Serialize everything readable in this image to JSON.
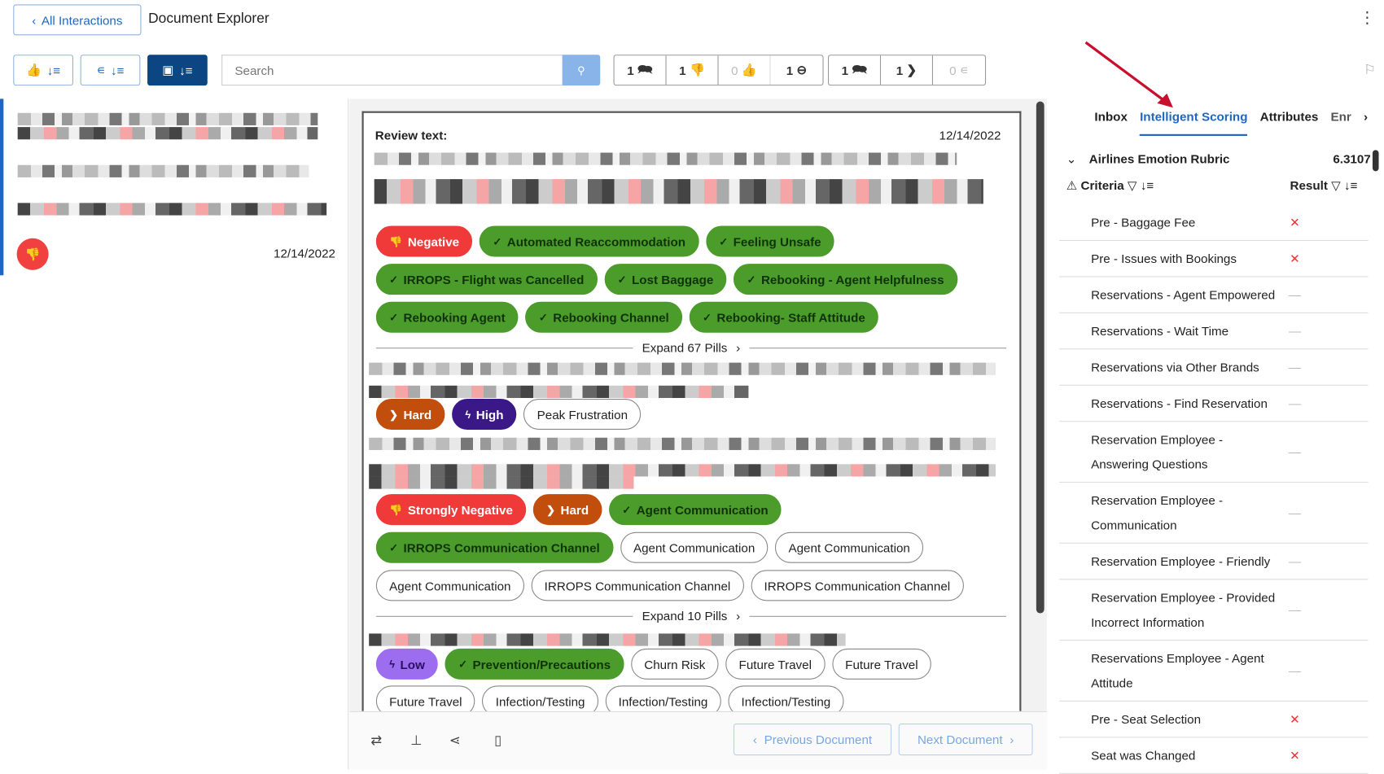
{
  "header": {
    "back_label": "All Interactions",
    "title": "Document Explorer"
  },
  "toolbar": {
    "search_placeholder": "Search",
    "counts_group1": [
      {
        "count": "1",
        "icon": "conversation-icon"
      },
      {
        "count": "1",
        "icon": "thumbs-down-icon"
      },
      {
        "count": "0",
        "icon": "thumbs-up-icon"
      },
      {
        "count": "1",
        "icon": "minus-circle-icon"
      }
    ],
    "counts_group2": [
      {
        "count": "1",
        "icon": "conversation-icon"
      },
      {
        "count": "1",
        "icon": "hard-effort-icon"
      },
      {
        "count": "0",
        "icon": "easy-effort-icon"
      }
    ]
  },
  "list": {
    "items": [
      {
        "date": "12/14/2022",
        "sentiment": "negative"
      }
    ]
  },
  "document": {
    "label": "Review text:",
    "date": "12/14/2022",
    "pills_a": [
      [
        {
          "t": "Negative",
          "k": "red",
          "i": "👎"
        },
        {
          "t": "Automated Reaccommodation",
          "k": "green",
          "i": "✓"
        },
        {
          "t": "Feeling Unsafe",
          "k": "green",
          "i": "✓"
        }
      ],
      [
        {
          "t": "IRROPS - Flight was Cancelled",
          "k": "green",
          "i": "✓"
        },
        {
          "t": "Lost Baggage",
          "k": "green",
          "i": "✓"
        },
        {
          "t": "Rebooking - Agent Helpfulness",
          "k": "green",
          "i": "✓"
        }
      ],
      [
        {
          "t": "Rebooking Agent",
          "k": "green",
          "i": "✓"
        },
        {
          "t": "Rebooking Channel",
          "k": "green",
          "i": "✓"
        },
        {
          "t": "Rebooking- Staff Attitude",
          "k": "green",
          "i": "✓"
        }
      ]
    ],
    "expand1": "Expand 67 Pills",
    "pills_b": [
      [
        {
          "t": "Hard",
          "k": "orange",
          "i": "❯"
        },
        {
          "t": "High",
          "k": "purple",
          "i": "ϟ"
        },
        {
          "t": "Peak Frustration",
          "k": "",
          "i": ""
        }
      ]
    ],
    "pills_c": [
      [
        {
          "t": "Strongly Negative",
          "k": "red",
          "i": "👎"
        },
        {
          "t": "Hard",
          "k": "orange",
          "i": "❯"
        },
        {
          "t": "Agent Communication",
          "k": "green",
          "i": "✓"
        }
      ],
      [
        {
          "t": "IRROPS Communication Channel",
          "k": "green",
          "i": "✓"
        },
        {
          "t": "Agent Communication",
          "k": "",
          "i": ""
        },
        {
          "t": "Agent Communication",
          "k": "",
          "i": ""
        }
      ],
      [
        {
          "t": "Agent Communication",
          "k": "",
          "i": ""
        },
        {
          "t": "IRROPS Communication Channel",
          "k": "",
          "i": ""
        },
        {
          "t": "IRROPS Communication Channel",
          "k": "",
          "i": ""
        }
      ]
    ],
    "expand2": "Expand 10 Pills",
    "pills_d": [
      [
        {
          "t": "Low",
          "k": "lav",
          "i": "ϟ"
        },
        {
          "t": "Prevention/Precautions",
          "k": "green",
          "i": "✓"
        },
        {
          "t": "Churn Risk",
          "k": "",
          "i": ""
        },
        {
          "t": "Future Travel",
          "k": "",
          "i": ""
        },
        {
          "t": "Future Travel",
          "k": "",
          "i": ""
        }
      ],
      [
        {
          "t": "Future Travel",
          "k": "",
          "i": ""
        },
        {
          "t": "Infection/Testing",
          "k": "",
          "i": ""
        },
        {
          "t": "Infection/Testing",
          "k": "",
          "i": ""
        },
        {
          "t": "Infection/Testing",
          "k": "",
          "i": ""
        }
      ]
    ]
  },
  "footer": {
    "previous": "Previous Document",
    "next": "Next Document"
  },
  "right": {
    "tabs": [
      "Inbox",
      "Intelligent Scoring",
      "Attributes",
      "Enr"
    ],
    "active_tab": "Intelligent Scoring",
    "rubric": {
      "name": "Airlines Emotion Rubric",
      "score": "6.3107"
    },
    "criteria_label": "Criteria",
    "result_label": "Result",
    "rows": [
      {
        "name": "Pre - Baggage Fee",
        "result": "✕"
      },
      {
        "name": "Pre - Issues with Bookings",
        "result": "✕"
      },
      {
        "name": "Reservations - Agent Empowered",
        "result": "—"
      },
      {
        "name": "Reservations - Wait Time",
        "result": "—"
      },
      {
        "name": "Reservations via Other Brands",
        "result": "—"
      },
      {
        "name": "Reservations - Find Reservation",
        "result": "—"
      },
      {
        "name": "Reservation Employee - Answering Questions",
        "result": "—"
      },
      {
        "name": "Reservation Employee - Communication",
        "result": "—"
      },
      {
        "name": "Reservation Employee - Friendly",
        "result": "—"
      },
      {
        "name": "Reservation Employee - Provided Incorrect Information",
        "result": "—"
      },
      {
        "name": "Reservations Employee - Agent Attitude",
        "result": "—"
      },
      {
        "name": "Pre - Seat Selection",
        "result": "✕"
      },
      {
        "name": "Seat was Changed",
        "result": "✕"
      }
    ]
  },
  "colors": {
    "accent": "#1f66c1",
    "green_pill": "#4b9c2a",
    "negative": "#f03a3a",
    "hard": "#c24e0e",
    "high": "#3a1888",
    "low": "#9d6df0"
  }
}
